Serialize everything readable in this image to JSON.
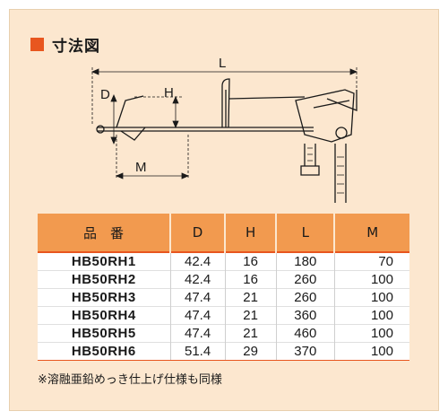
{
  "section": {
    "title": "寸法図",
    "accent_color": "#e8561f"
  },
  "drawing": {
    "labels": {
      "L": "L",
      "D": "D",
      "H": "H",
      "M": "M"
    }
  },
  "table": {
    "header_color": "#f29a4f",
    "columns": [
      "品　番",
      "D",
      "H",
      "L",
      "M"
    ],
    "rows": [
      {
        "name": "HB50RH1",
        "D": "42.4",
        "H": "16",
        "L": "180",
        "M": "70"
      },
      {
        "name": "HB50RH2",
        "D": "42.4",
        "H": "16",
        "L": "260",
        "M": "100"
      },
      {
        "name": "HB50RH3",
        "D": "47.4",
        "H": "21",
        "L": "260",
        "M": "100"
      },
      {
        "name": "HB50RH4",
        "D": "47.4",
        "H": "21",
        "L": "360",
        "M": "100"
      },
      {
        "name": "HB50RH5",
        "D": "47.4",
        "H": "21",
        "L": "460",
        "M": "100"
      },
      {
        "name": "HB50RH6",
        "D": "51.4",
        "H": "29",
        "L": "370",
        "M": "100"
      }
    ]
  },
  "footnote": "※溶融亜鉛めっき仕上げ仕様も同様"
}
